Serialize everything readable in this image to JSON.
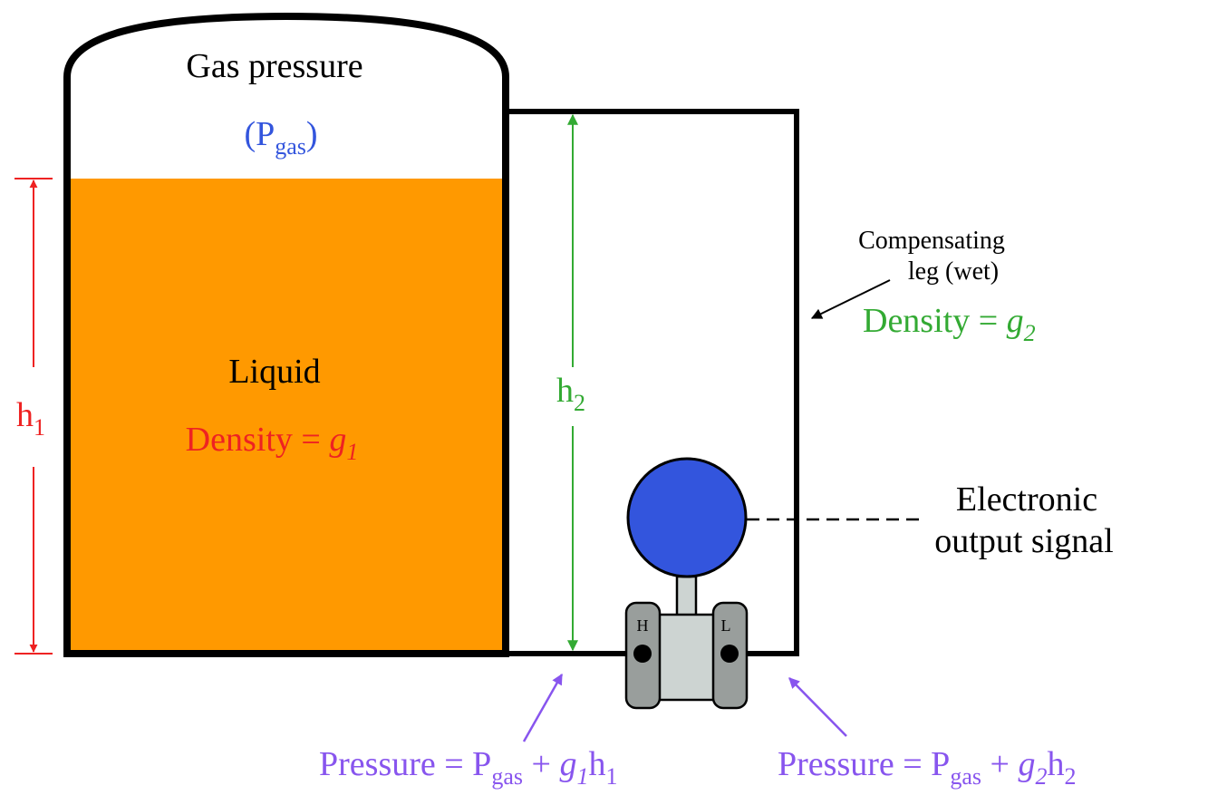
{
  "tank": {
    "gas_label": "Gas pressure",
    "gas_symbol_open": "(P",
    "gas_symbol_sub": "gas",
    "gas_symbol_close": ")",
    "liquid_label": "Liquid",
    "liquid_density_prefix": "Density = ",
    "liquid_density_var": "g",
    "liquid_density_sub": "1"
  },
  "dimensions": {
    "h1_main": "h",
    "h1_sub": "1",
    "h2_main": "h",
    "h2_sub": "2"
  },
  "compensating_leg": {
    "line1": "Compensating",
    "line2": "leg (wet)",
    "density_prefix": "Density = ",
    "density_var": "g",
    "density_sub": "2"
  },
  "transmitter": {
    "high_port": "H",
    "low_port": "L",
    "signal_line1": "Electronic",
    "signal_line2": "output signal"
  },
  "pressure_high": {
    "prefix": "Pressure = P",
    "gas_sub": "gas",
    "plus": " + ",
    "var": "g",
    "var_sub": "1",
    "h": "h",
    "h_sub": "1"
  },
  "pressure_low": {
    "prefix": "Pressure = P",
    "gas_sub": "gas",
    "plus": " + ",
    "var": "g",
    "var_sub": "2",
    "h": "h",
    "h_sub": "2"
  },
  "colors": {
    "liquid_fill": "#ff9900",
    "transmitter_head": "#3355dd",
    "flange": "#999e9c",
    "body": "#cdd4d2",
    "h1_dimension": "#ee2222",
    "h2_dimension": "#33aa33",
    "pressure_text": "#8855ee",
    "gas_text": "#3355dd"
  }
}
